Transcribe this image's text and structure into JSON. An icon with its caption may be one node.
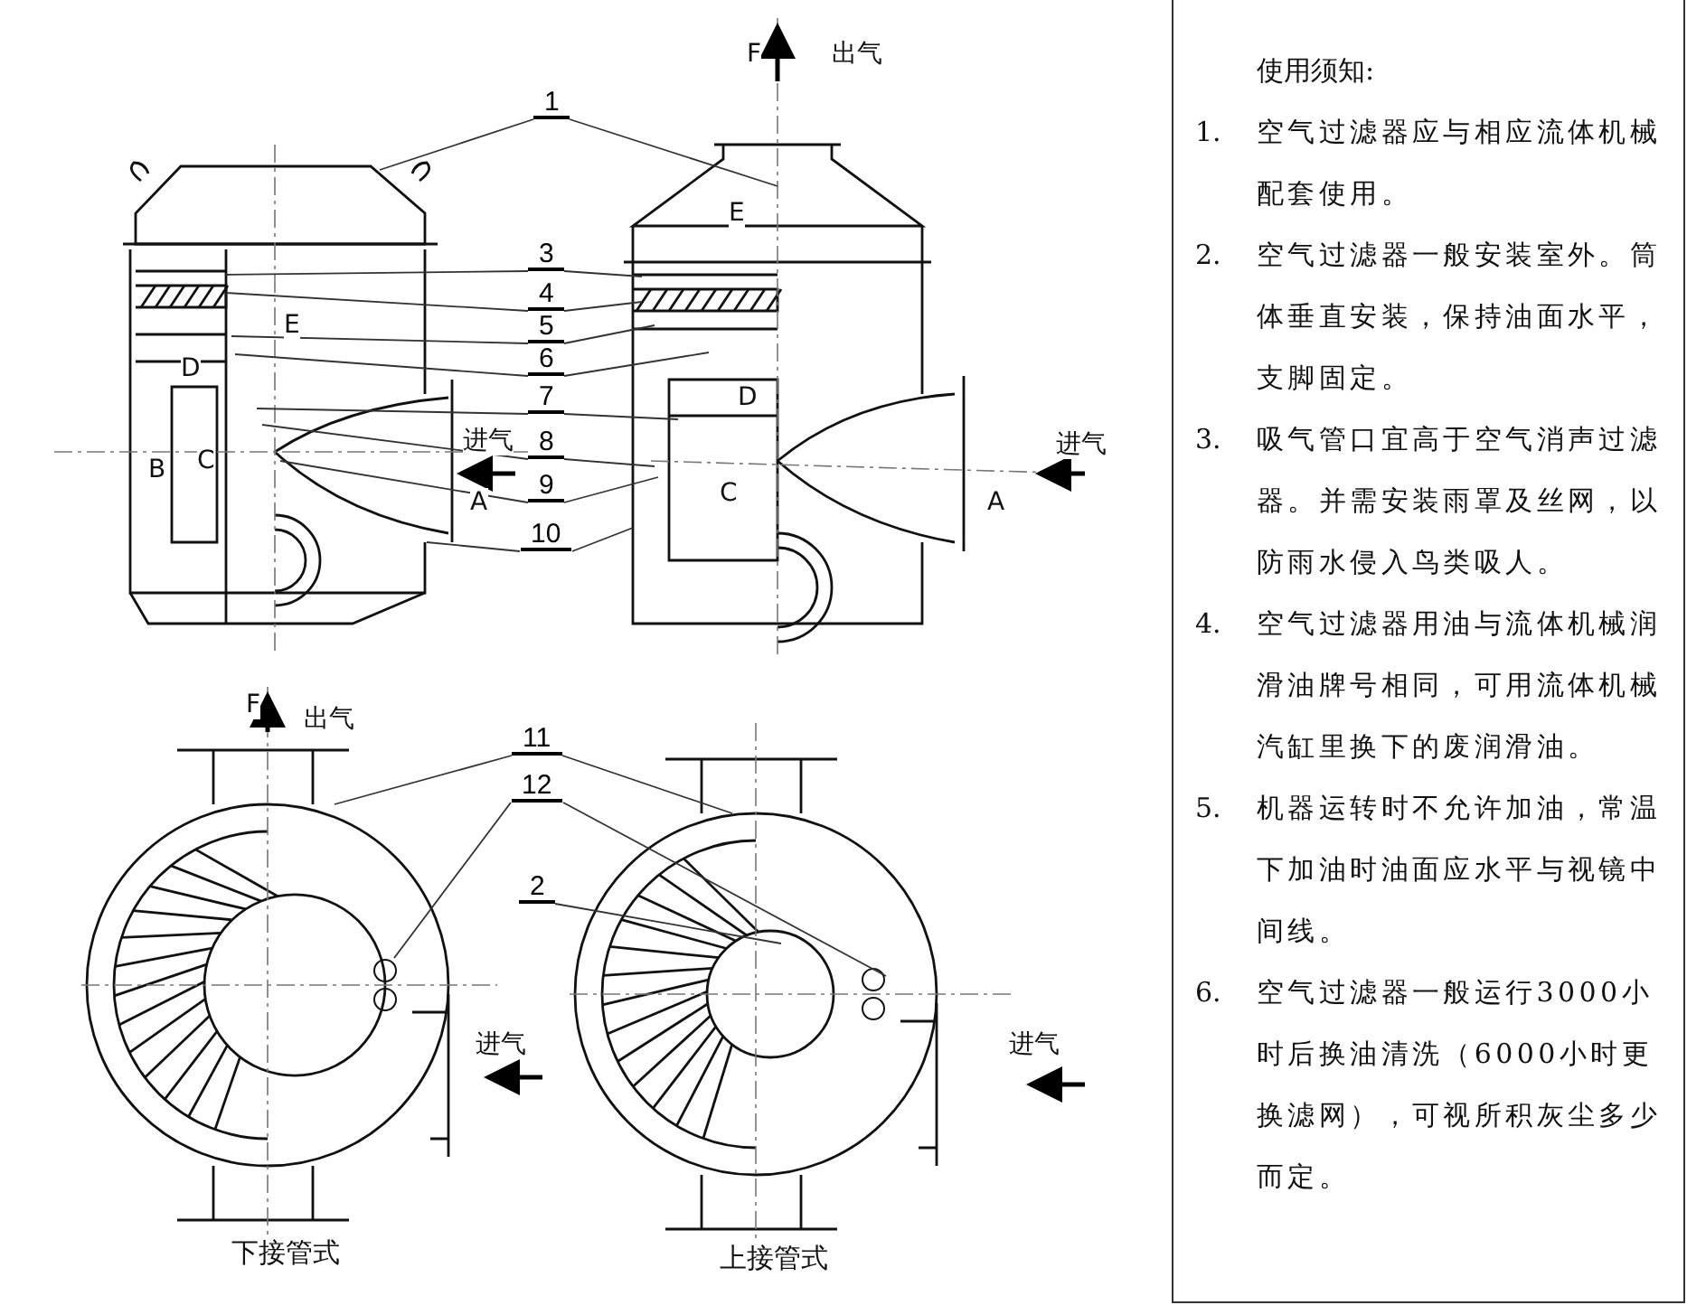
{
  "diagram": {
    "nodes": [
      {
        "text": [
          "1"
        ]
      },
      {
        "text": [
          "3"
        ]
      },
      {
        "text": [
          "4"
        ]
      },
      {
        "text": [
          "5"
        ]
      },
      {
        "text": [
          "6"
        ]
      },
      {
        "text": [
          "7"
        ]
      },
      {
        "text": [
          "8"
        ]
      },
      {
        "text": [
          "9"
        ]
      },
      {
        "text": [
          "10"
        ]
      },
      {
        "text": [
          "11"
        ]
      },
      {
        "text": [
          "12"
        ]
      },
      {
        "text": [
          "2"
        ]
      }
    ],
    "edges": [
      {
        "from": 0,
        "to": null,
        "arrow": "none"
      },
      {
        "from": 0,
        "to": null,
        "arrow": "none"
      },
      {
        "from": 1,
        "to": null,
        "arrow": "none"
      },
      {
        "from": 1,
        "to": null,
        "arrow": "none"
      },
      {
        "from": 2,
        "to": null,
        "arrow": "none"
      },
      {
        "from": 2,
        "to": null,
        "arrow": "none"
      },
      {
        "from": 3,
        "to": null,
        "arrow": "none"
      },
      {
        "from": 3,
        "to": null,
        "arrow": "none"
      },
      {
        "from": 4,
        "to": null,
        "arrow": "none"
      },
      {
        "from": 4,
        "to": null,
        "arrow": "none"
      },
      {
        "from": 5,
        "to": null,
        "arrow": "none"
      },
      {
        "from": 5,
        "to": null,
        "arrow": "none"
      },
      {
        "from": 6,
        "to": null,
        "arrow": "none"
      },
      {
        "from": 6,
        "to": null,
        "arrow": "none"
      },
      {
        "from": 7,
        "to": null,
        "arrow": "none"
      },
      {
        "from": 7,
        "to": null,
        "arrow": "none"
      },
      {
        "from": 8,
        "to": null,
        "arrow": "none"
      },
      {
        "from": 8,
        "to": null,
        "arrow": "none"
      },
      {
        "from": 9,
        "to": null,
        "arrow": "none"
      },
      {
        "from": 9,
        "to": null,
        "arrow": "none"
      },
      {
        "from": 10,
        "to": null,
        "arrow": "none"
      },
      {
        "from": 10,
        "to": null,
        "arrow": "none"
      },
      {
        "from": 11,
        "to": null,
        "arrow": "none"
      }
    ],
    "labels": [
      "F",
      "出气",
      "E",
      "E",
      "D",
      "D",
      "进气",
      "进气",
      "B",
      "C",
      "A",
      "C",
      "A",
      "F",
      "出气",
      "进气",
      "进气",
      "下接管式",
      "上接管式",
      "使用须知:",
      "1.",
      "空气过滤器应与相应流体机械配套使用。",
      "2.",
      "空气过滤器一般安装室外。筒体垂直安装，保持油面水平，支脚固定。",
      "3.",
      "吸气管口宜高于空气消声过滤器。并需安装雨罩及丝网，以防雨水侵入鸟类吸人。",
      "4.",
      "空气过滤器用油与流体机械润滑油牌号相同，可用流体机械汽缸里换下的废润滑油。",
      "5.",
      "机器运转时不允许加油，常温下加油时油面应水平与视镜中间线。",
      "6.",
      "空气过滤器一般运行3000小时后换油清洗（6000小时更换滤网），可视所积灰尘多少而定。"
    ]
  }
}
